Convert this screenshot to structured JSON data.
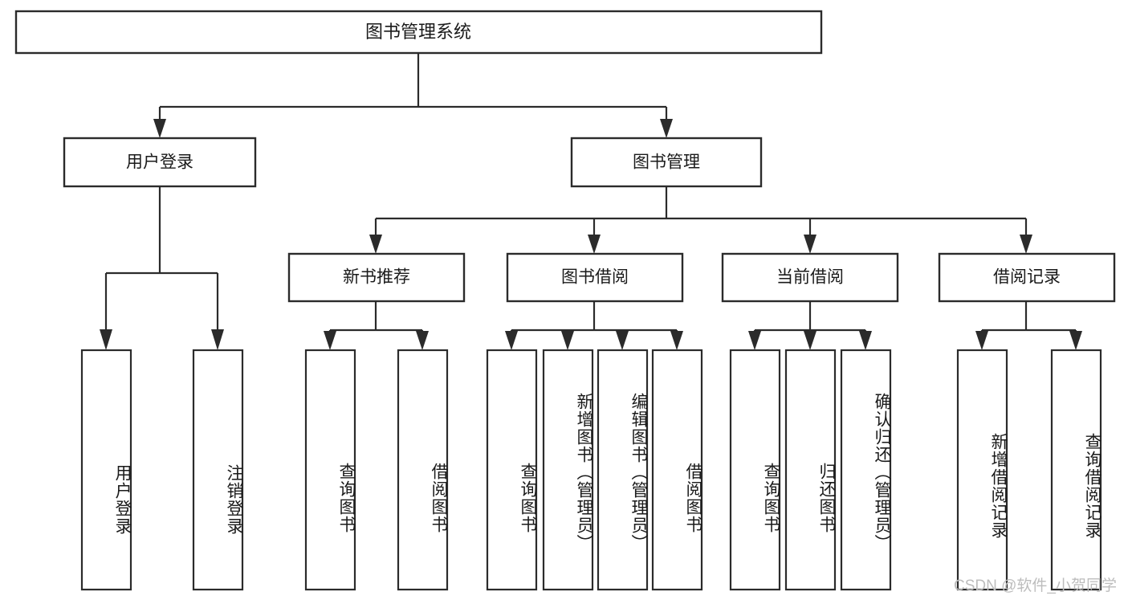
{
  "diagram": {
    "type": "tree",
    "title": "图书管理系统",
    "orientation": "top-down",
    "colors": {
      "background": "#ffffff",
      "box_fill": "#ffffff",
      "box_stroke": "#2b2b2b",
      "text": "#1a1a1a",
      "watermark": "#bdbdbd"
    },
    "root": {
      "label": "图书管理系统"
    },
    "level2": [
      {
        "label": "用户登录"
      },
      {
        "label": "图书管理"
      }
    ],
    "level3": [
      {
        "label": "新书推荐"
      },
      {
        "label": "图书借阅"
      },
      {
        "label": "当前借阅"
      },
      {
        "label": "借阅记录"
      }
    ],
    "leaves": {
      "user_login": [
        {
          "label": "用户登录"
        },
        {
          "label": "注销登录"
        }
      ],
      "new_book_recommend": [
        {
          "label": "查询图书"
        },
        {
          "label": "借阅图书"
        }
      ],
      "book_borrow": [
        {
          "label": "查询图书"
        },
        {
          "label": "新增图书（管理员）"
        },
        {
          "label": "编辑图书（管理员）"
        },
        {
          "label": "借阅图书"
        }
      ],
      "current_borrow": [
        {
          "label": "查询图书"
        },
        {
          "label": "归还图书"
        },
        {
          "label": "确认归还（管理员）"
        }
      ],
      "borrow_record": [
        {
          "label": "新增借阅记录"
        },
        {
          "label": "查询借阅记录"
        }
      ]
    },
    "watermark": "CSDN @软件_小贺同学"
  }
}
